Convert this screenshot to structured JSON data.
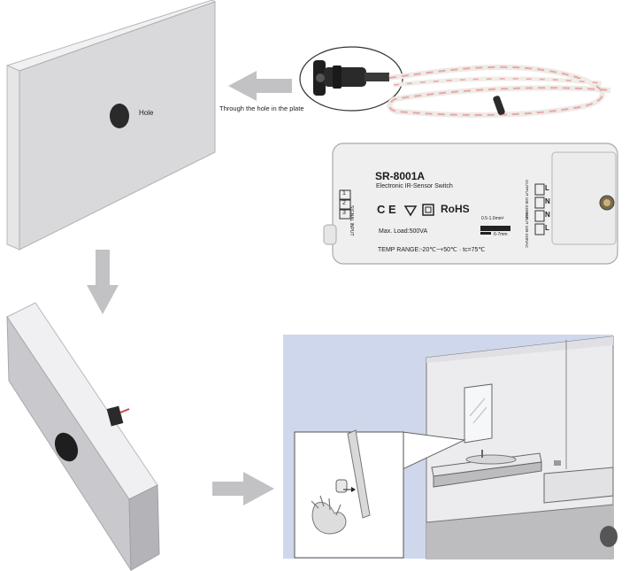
{
  "labels": {
    "hole": "Hole",
    "through_hole": "Through  the  hole in the plate"
  },
  "device": {
    "model": "SR-8001A",
    "subtitle": "Electronic IR-Sensor Switch",
    "certs": "C E",
    "rohs": "RoHS",
    "max_load": "Max. Load:500VA",
    "temp_range": "TEMP RANGE:-20℃~+50℃  · tc=75℃",
    "wire_spec_1": "0.5-1.0mm²",
    "wire_spec_2": "6-7mm",
    "signal_input": "SIGNAL INPUT",
    "signal_pins": [
      "1",
      "2",
      "3"
    ],
    "output_label": "OUTPUT 100-240VAC",
    "input_label": "INPUT 100-240VAC",
    "terminals": [
      "L",
      "N",
      "N",
      "L"
    ]
  },
  "colors": {
    "plate_face": "#d9d9dc",
    "plate_edge": "#f1f1f3",
    "arrow": "#c2c2c4",
    "wall_bg": "#cfd7ec",
    "wire_pink": "#e9a7a7"
  }
}
